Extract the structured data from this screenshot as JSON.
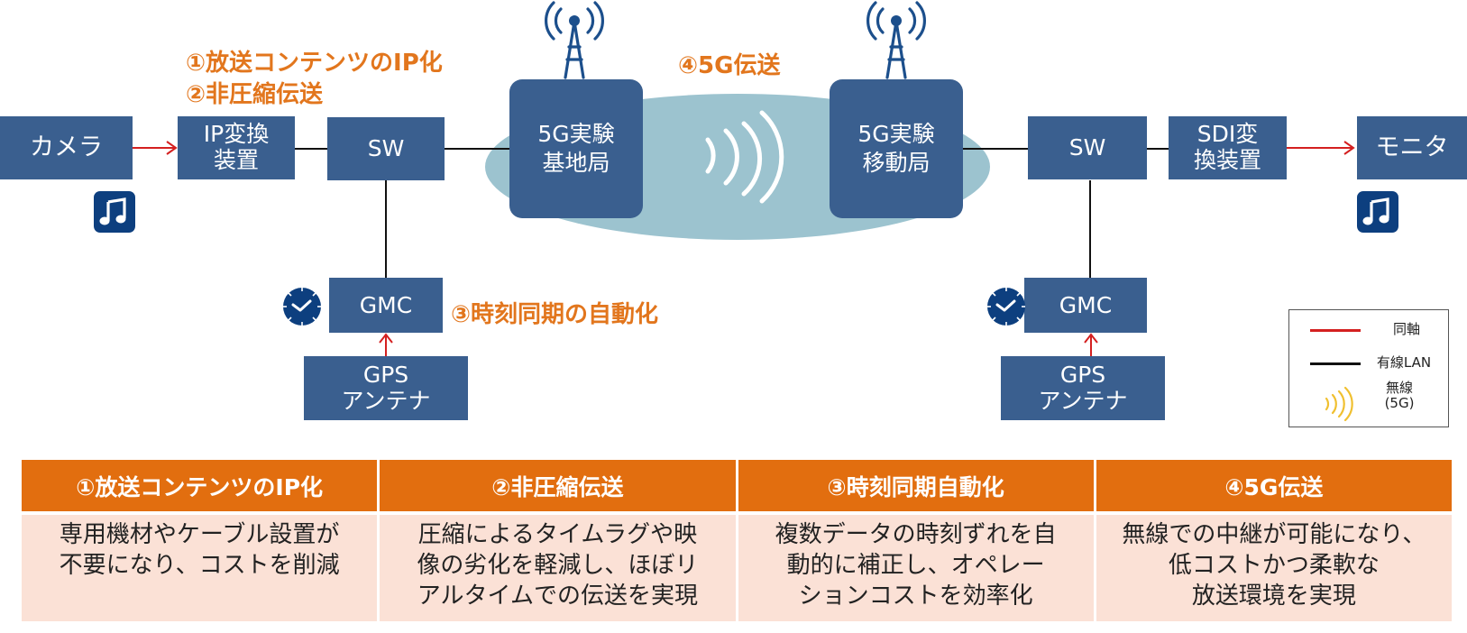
{
  "colors": {
    "box_fill": "#3a5f8f",
    "accent_orange": "#e2761d",
    "table_header": "#e26e0f",
    "table_cell": "#fbe1d6",
    "coax_red": "#d42020",
    "lan_black": "#111111",
    "wireless_yellow": "#f0c030",
    "wireless_cloud": "#9cc3cf"
  },
  "nodes": {
    "camera": "カメラ",
    "ip_converter": "IP変換\n装置",
    "sw_left": "SW",
    "base_station": "5G実験\n基地局",
    "mobile_station": "5G実験\n移動局",
    "sw_right": "SW",
    "sdi_converter": "SDI変\n換装置",
    "monitor": "モニタ",
    "gmc_left": "GMC",
    "gps_left": "GPS\nアンテナ",
    "gmc_right": "GMC",
    "gps_right": "GPS\nアンテナ"
  },
  "annotations": {
    "ip_conversion": "①放送コンテンツのIP化",
    "uncompressed": "②非圧縮伝送",
    "time_sync": "③時刻同期の自動化",
    "five_g": "④5G伝送"
  },
  "icons": {
    "audio_left": "music-note-icon",
    "audio_right": "music-note-icon",
    "clock_left": "clock-icon",
    "clock_right": "clock-icon",
    "antenna_left": "antenna-tower-icon",
    "antenna_right": "antenna-tower-icon",
    "wireless": "wireless-signal-icon"
  },
  "legend": {
    "items": [
      {
        "label": "同軸",
        "type": "red-line"
      },
      {
        "label": "有線LAN",
        "type": "black-line"
      },
      {
        "label": "無線\n(5G)",
        "type": "wireless"
      }
    ]
  },
  "table": {
    "headers": [
      "①放送コンテンツのIP化",
      "②非圧縮伝送",
      "③時刻同期自動化",
      "④5G伝送"
    ],
    "cells": [
      "専用機材やケーブル設置が\n不要になり、コストを削減",
      "圧縮によるタイムラグや映\n像の劣化を軽減し、ほぼリ\nアルタイムでの伝送を実現",
      "複数データの時刻ずれを自\n動的に補正し、オペレー\nションコストを効率化",
      "無線での中継が可能になり、\n低コストかつ柔軟な\n放送環境を実現"
    ]
  }
}
